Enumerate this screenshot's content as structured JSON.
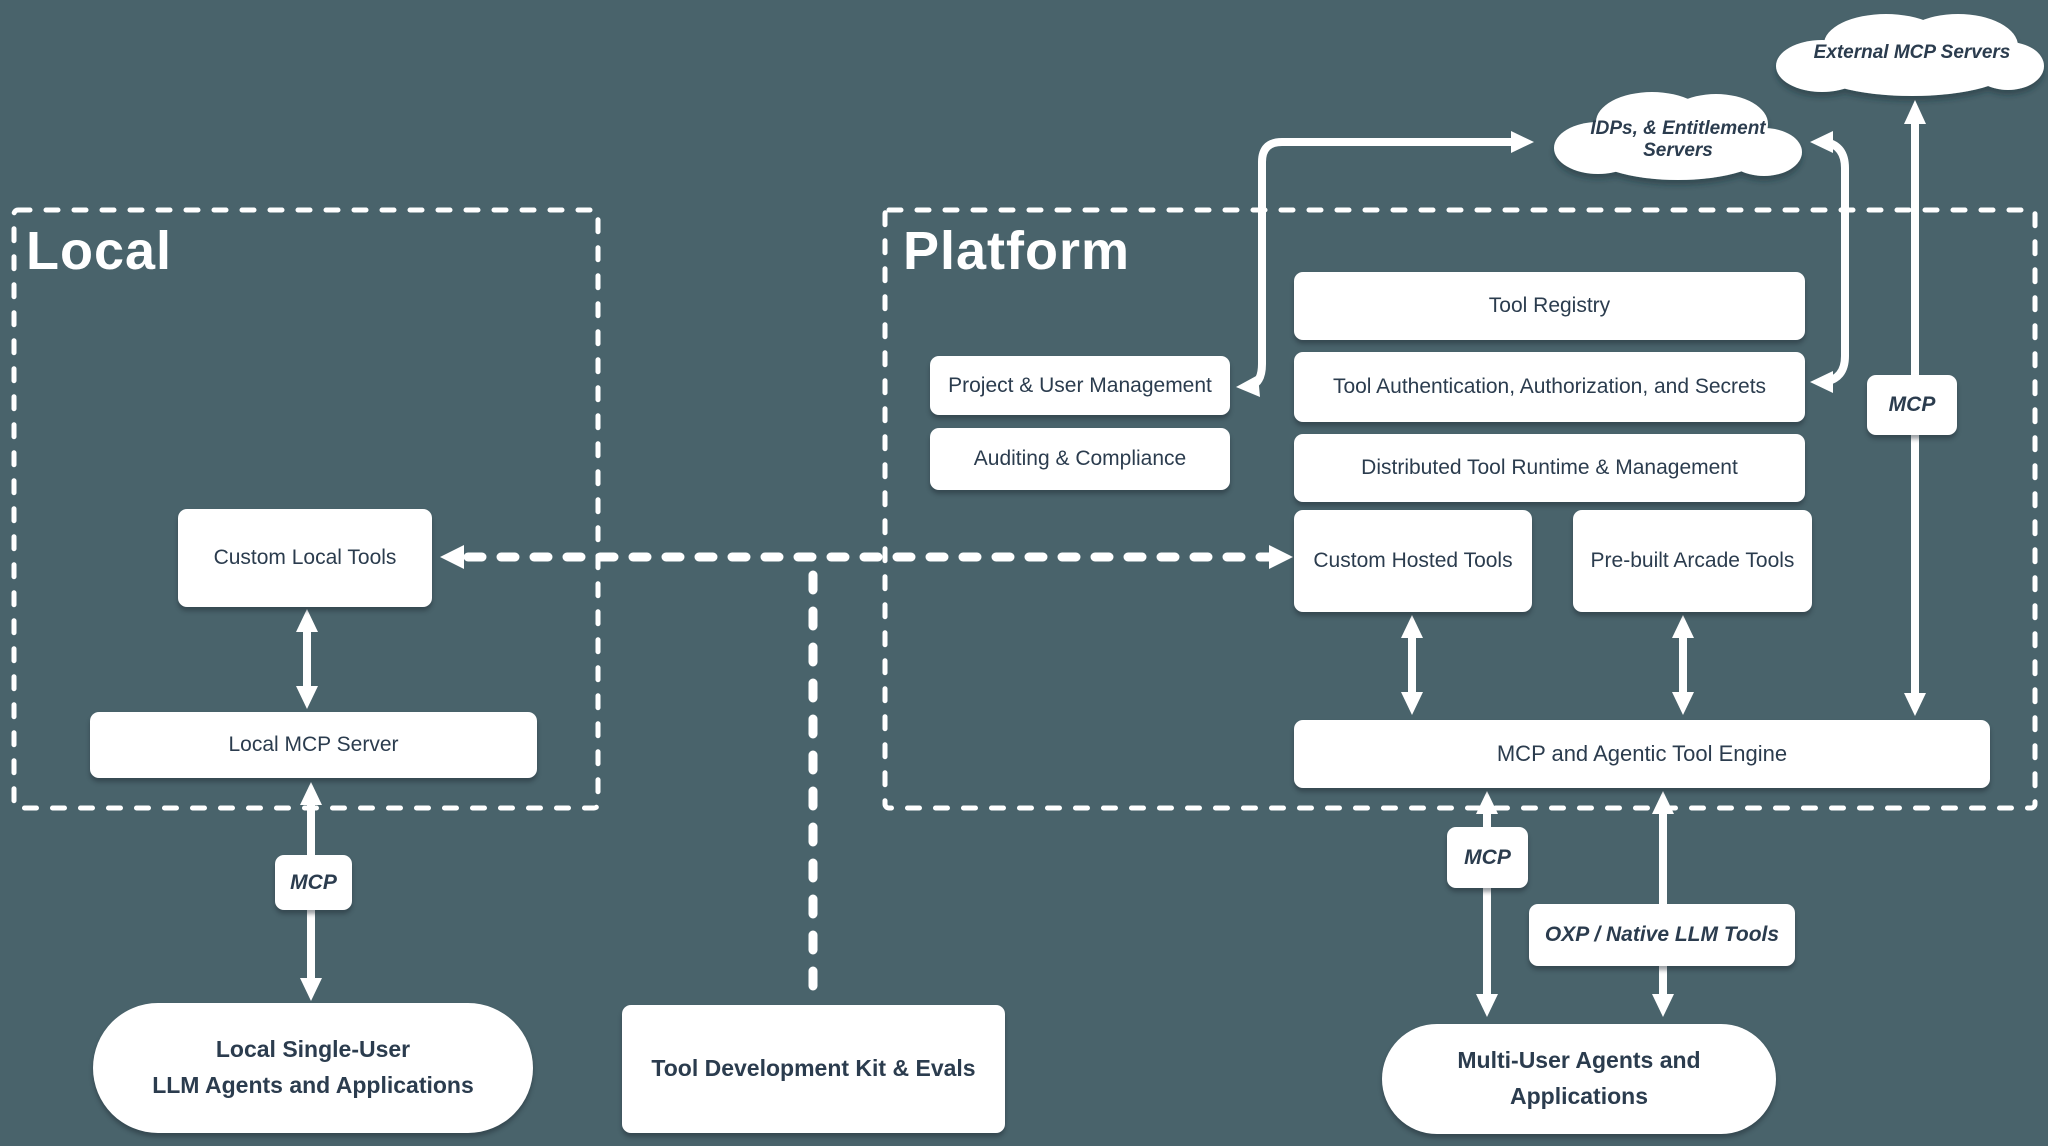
{
  "colors": {
    "background": "#49636b",
    "box_text": "#2b3c4e",
    "box_bg": "#ffffff",
    "line": "#ffffff"
  },
  "regions": {
    "local": {
      "title": "Local"
    },
    "platform": {
      "title": "Platform"
    }
  },
  "clouds": {
    "external": {
      "label": "External MCP Servers"
    },
    "idps": {
      "line1": "IDPs, & Entitlement",
      "line2": "Servers"
    }
  },
  "nodes": {
    "custom_local_tools": "Custom Local Tools",
    "local_mcp_server": "Local MCP Server",
    "project_user_management": "Project & User Management",
    "auditing_compliance": "Auditing & Compliance",
    "tool_registry": "Tool Registry",
    "tool_auth": "Tool Authentication, Authorization, and Secrets",
    "distributed_runtime": "Distributed Tool Runtime & Management",
    "custom_hosted_tools": "Custom Hosted Tools",
    "prebuilt_arcade_tools": "Pre-built Arcade Tools",
    "engine": "MCP and Agentic Tool Engine",
    "tdk": "Tool Development Kit & Evals"
  },
  "pills": {
    "local_agents": {
      "line1": "Local Single-User",
      "line2": "LLM Agents and Applications"
    },
    "multi_user": {
      "line1": "Multi-User Agents and",
      "line2": "Applications"
    }
  },
  "tags": {
    "mcp_local": "MCP",
    "mcp_platform_right": "MCP",
    "mcp_platform_bottom": "MCP",
    "oxp": "OXP / Native LLM Tools"
  }
}
